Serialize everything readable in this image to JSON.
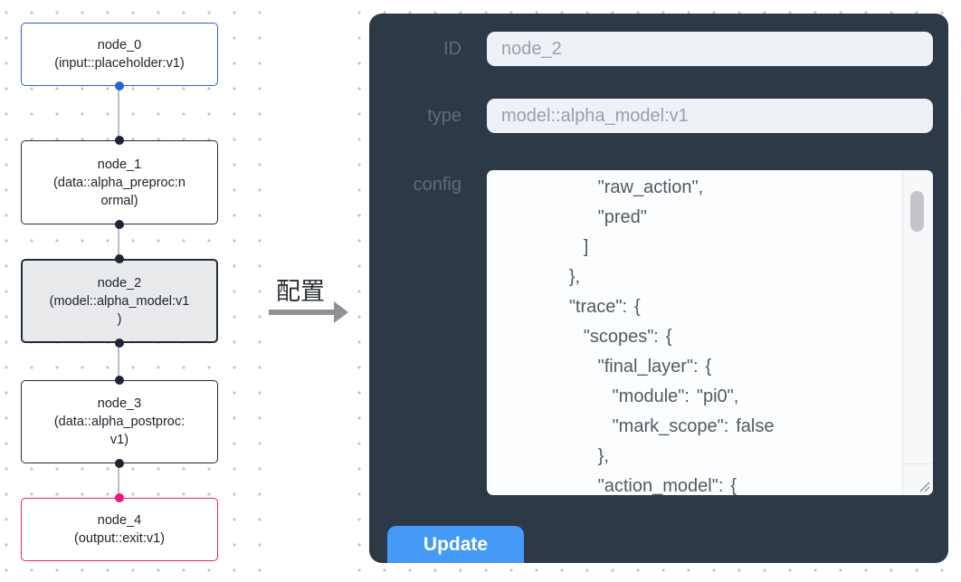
{
  "canvas": {
    "nodes": [
      {
        "id": "node_0",
        "variant": "input",
        "lines": [
          "node_0",
          "(input::placeholder:v1)"
        ]
      },
      {
        "id": "node_1",
        "variant": "default",
        "lines": [
          "node_1",
          "(data::alpha_preproc:n",
          "ormal)"
        ]
      },
      {
        "id": "node_2",
        "variant": "selected",
        "lines": [
          "node_2",
          "(model::alpha_model:v1",
          ")"
        ]
      },
      {
        "id": "node_3",
        "variant": "default",
        "lines": [
          "node_3",
          "(data::alpha_postproc:",
          "v1)"
        ]
      },
      {
        "id": "node_4",
        "variant": "output",
        "lines": [
          "node_4",
          "(output::exit:v1)"
        ]
      }
    ]
  },
  "transition": {
    "label": "配置"
  },
  "panel": {
    "id_label": "ID",
    "id_value": "node_2",
    "type_label": "type",
    "type_value": "model::alpha_model:v1",
    "config_label": "config",
    "config_lines": [
      "        \"raw_action\",",
      "        \"pred\"",
      "      ]",
      "    },",
      "    \"trace\": {",
      "      \"scopes\": {",
      "        \"final_layer\": {",
      "          \"module\": \"pi0\",",
      "          \"mark_scope\": false",
      "        },",
      "        \"action_model\": {"
    ],
    "update_label": "Update"
  },
  "colors": {
    "panel_bg": "#2e3947",
    "button_blue": "#4599f7",
    "input_field_bg": "#eef1f6",
    "input_node_border": "#2e63c8",
    "default_node_border": "#232b3a",
    "selected_node_bg": "#e9eaec",
    "output_node_border": "#e91e78",
    "handle_blue": "#2563d9",
    "handle_dark": "#1e2534",
    "handle_pink": "#f0147c",
    "edge_gray": "#b9bcc2"
  }
}
